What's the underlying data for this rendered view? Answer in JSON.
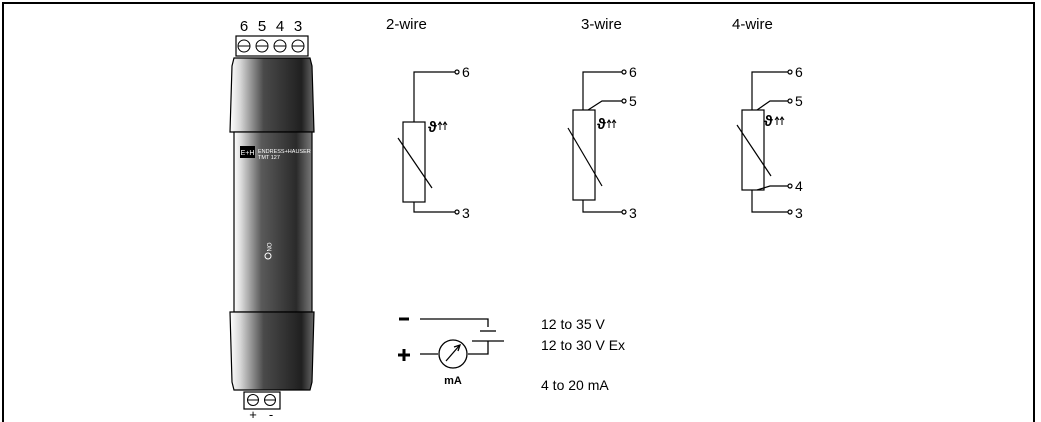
{
  "device": {
    "terminal_numbers_top": [
      "6",
      "5",
      "4",
      "3"
    ],
    "brand_logo": "E+H",
    "brand_name": "ENDRESS+HAUSER",
    "model": "TMT 127",
    "led_label": "ON",
    "power_terminal_labels": [
      "+",
      "-"
    ]
  },
  "wiring": {
    "two_wire": {
      "title": "2-wire",
      "terminals": [
        "6",
        "3"
      ]
    },
    "three_wire": {
      "title": "3-wire",
      "terminals": [
        "6",
        "5",
        "3"
      ]
    },
    "four_wire": {
      "title": "4-wire",
      "terminals": [
        "6",
        "5",
        "4",
        "3"
      ]
    },
    "rtd_symbol": "ϑ"
  },
  "power": {
    "minus_sign": "–",
    "plus_sign": "+",
    "meter_unit": "mA",
    "supply_range": "12 to 35 V",
    "supply_range_ex": "12 to 30 V Ex",
    "output_range": "4 to 20 mA"
  }
}
